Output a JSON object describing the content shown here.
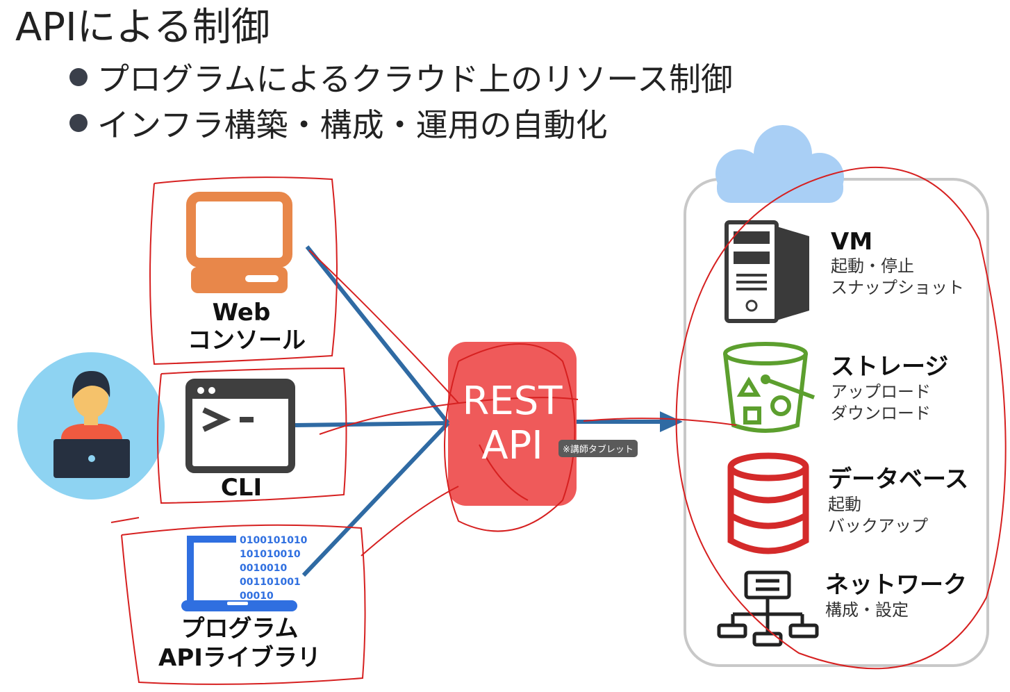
{
  "title": "APIによる制御",
  "bullets": [
    "プログラムによるクラウド上のリソース制御",
    "インフラ構築・構成・運用の自動化"
  ],
  "clients": {
    "web_line1": "Web",
    "web_line2": "コンソール",
    "cli": "CLI",
    "program_line1": "プログラム",
    "program_line2": "APIライブラリ",
    "binary_lines": [
      "0100101010",
      "101010010",
      "0010010",
      "001101001",
      "00010"
    ]
  },
  "api": {
    "line1": "REST",
    "line2": "API",
    "note": "※講師タブレット"
  },
  "resources": [
    {
      "title": "VM",
      "subs": [
        "起動・停止",
        "スナップショット"
      ]
    },
    {
      "title": "ストレージ",
      "subs": [
        "アップロード",
        "ダウンロード"
      ]
    },
    {
      "title": "データベース",
      "subs": [
        "起動",
        "バックアップ"
      ]
    },
    {
      "title": "ネットワーク",
      "subs": [
        "構成・設定"
      ]
    }
  ],
  "colors": {
    "web_icon": "#E8874A",
    "cli_icon": "#3f3f3f",
    "program_icon": "#2f6fe0",
    "api_box": "#EF5A5A",
    "arrow": "#2f6aa3",
    "annotation": "#d62020",
    "storage_icon": "#5c9f2e",
    "db_icon": "#d42a2a",
    "cloud": "#a9cff5",
    "user_bg": "#8ed3f2"
  }
}
